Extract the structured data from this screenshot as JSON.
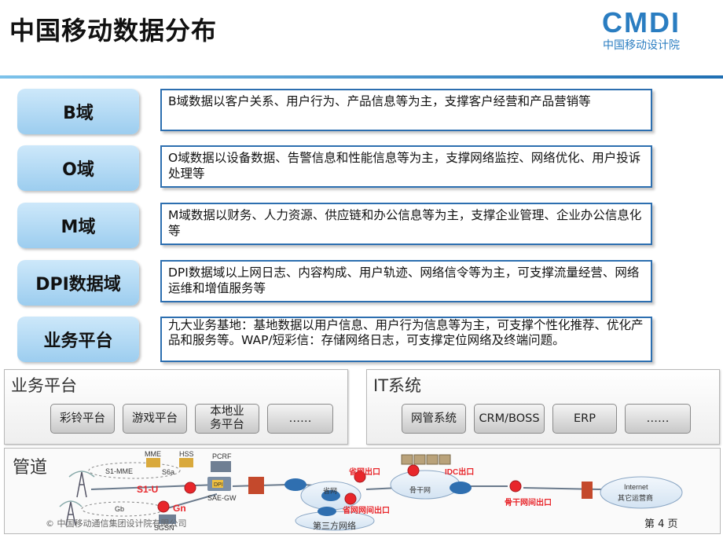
{
  "title": "中国移动数据分布",
  "logo": {
    "main": "CMDI",
    "sub": "中国移动设计院"
  },
  "domains": [
    {
      "label": "B域",
      "desc": "B域数据以客户关系、用户行为、产品信息等为主，支撑客户经营和产品营销等"
    },
    {
      "label": "O域",
      "desc": "O域数据以设备数据、告警信息和性能信息等为主，支撑网络监控、网络优化、用户投诉处理等"
    },
    {
      "label": "M域",
      "desc": "M域数据以财务、人力资源、供应链和办公信息等为主，支撑企业管理、企业办公信息化等"
    },
    {
      "label": "DPI数据域",
      "desc": "DPI数据域以上网日志、内容构成、用户轨迹、网络信令等为主，可支撑流量经营、网络运维和增值服务等"
    },
    {
      "label": "业务平台",
      "desc": "九大业务基地：基地数据以用户信息、用户行为信息等为主，可支撑个性化推荐、优化产品和服务等。WAP/短彩信：存储网络日志，可支撑定位网络及终端问题。"
    }
  ],
  "business_panel": {
    "title": "业务平台",
    "items": [
      "彩铃平台",
      "游戏平台",
      "本地业务平台",
      "……"
    ]
  },
  "it_panel": {
    "title": "IT系统",
    "items": [
      "网管系统",
      "CRM/BOSS",
      "ERP",
      "……"
    ]
  },
  "pipe": {
    "title": "管道",
    "labels": {
      "mme": "MME",
      "hss": "HSS",
      "s1mme": "S1-MME",
      "s6a": "S6a",
      "pcrf": "PCRF",
      "s1u": "S1-U",
      "gn": "Gn",
      "gb": "Gb",
      "sgsn": "SGSN",
      "saegw": "SAE-GW",
      "dpi": "DPI",
      "province_exit": "省网出口",
      "province_net": "省网",
      "backbone": "骨干网",
      "idc_exit": "IDC出口",
      "province_inter_exit": "省网网间出口",
      "backbone_inter_exit": "骨干网间出口",
      "internet": "Internet",
      "other_operator": "其它运营商",
      "third_party": "第三方网络"
    }
  },
  "footer": {
    "copyright": "© 中国移动通信集团设计院有限公司",
    "page": "第 4 页"
  },
  "colors": {
    "accent": "#2a7dc1",
    "border": "#2d6fb0",
    "red_label": "#e8262b"
  }
}
